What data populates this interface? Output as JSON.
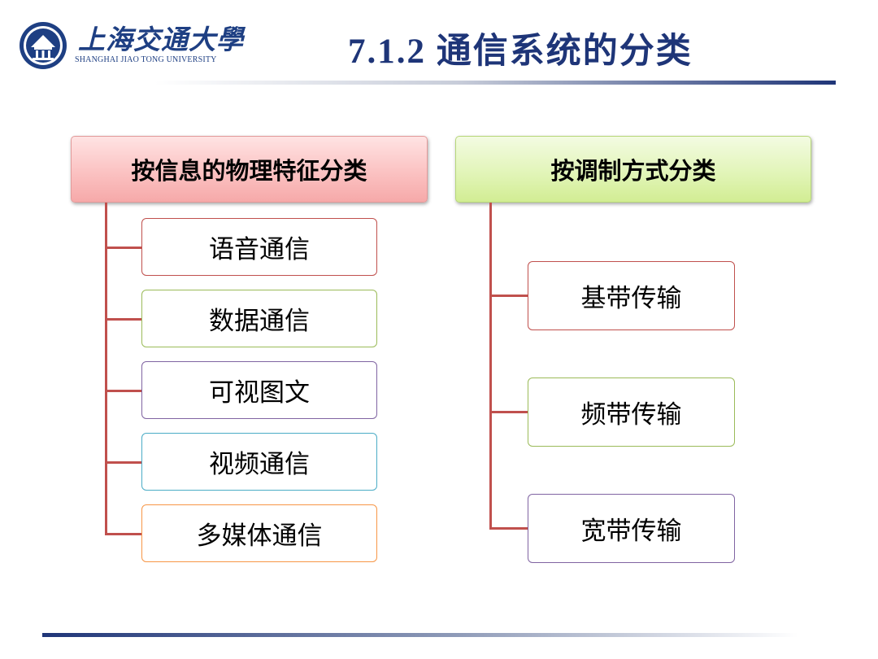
{
  "header": {
    "logo_cn": "上海交通大學",
    "logo_en": "SHANGHAI JIAO TONG UNIVERSITY",
    "title": "7.1.2 通信系统的分类"
  },
  "diagram": {
    "groups": [
      {
        "heading": "按信息的物理特征分类",
        "items": [
          {
            "label": "语音通信",
            "border_color": "#c0504d"
          },
          {
            "label": "数据通信",
            "border_color": "#9bbb59"
          },
          {
            "label": "可视图文",
            "border_color": "#8064a2"
          },
          {
            "label": "视频通信",
            "border_color": "#4bacc6"
          },
          {
            "label": "多媒体通信",
            "border_color": "#f79646"
          }
        ]
      },
      {
        "heading": "按调制方式分类",
        "items": [
          {
            "label": "基带传输",
            "border_color": "#c0504d"
          },
          {
            "label": "频带传输",
            "border_color": "#9bbb59"
          },
          {
            "label": "宽带传输",
            "border_color": "#8064a2"
          }
        ]
      }
    ],
    "connector_color": "#c0504d"
  },
  "colors": {
    "title": "#1e3578",
    "logo": "#1e3f83",
    "rule": "#1f3578"
  }
}
